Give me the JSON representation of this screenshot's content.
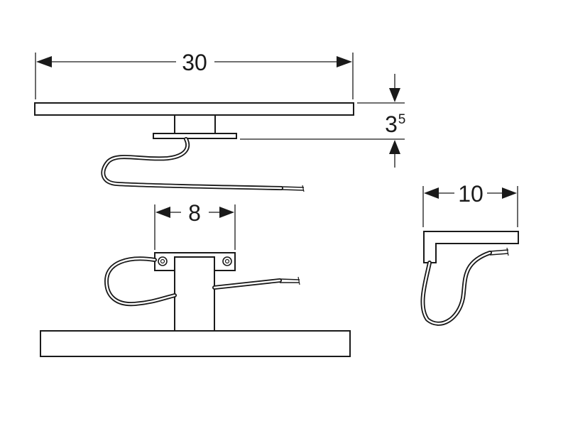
{
  "dimensions": {
    "width": {
      "value": "30"
    },
    "depth": {
      "base": "3",
      "superscript": "5"
    },
    "mount_spacing": {
      "value": "8"
    },
    "side_width": {
      "value": "10"
    }
  },
  "colors": {
    "ink": "#1a1a1a",
    "background": "#ffffff"
  }
}
